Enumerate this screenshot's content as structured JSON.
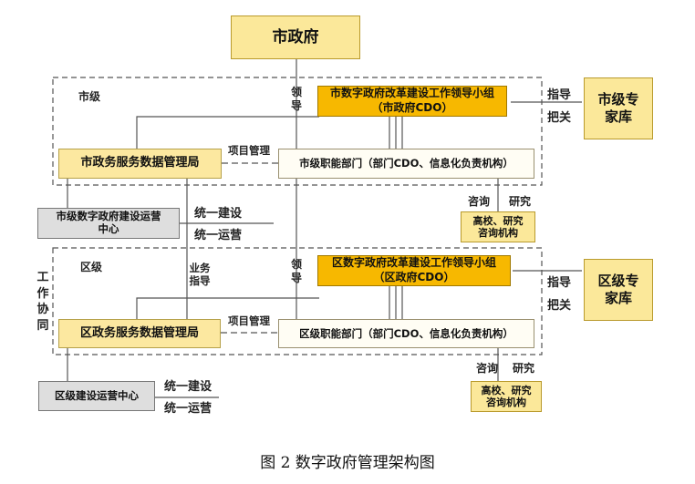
{
  "diagram": {
    "caption": "图 2 数字政府管理架构图",
    "nodes": {
      "city_gov": "市政府",
      "city_leading_group": "市数字政府改革建设工作领导小组（市政府CDO）",
      "city_expert_pool": "市级专家库",
      "city_data_bureau": "市政务服务数据管理局",
      "city_departments": "市级职能部门（部门CDO、信息化负责机构）",
      "city_ops_center": "市级数字政府建设运营中心",
      "city_research": "高校、研究咨询机构",
      "district_leading_group": "区数字政府改革建设工作领导小组（区政府CDO）",
      "district_expert_pool": "区级专家库",
      "district_data_bureau": "区政务服务数据管理局",
      "district_departments": "区级职能部门（部门CDO、信息化负责机构）",
      "district_ops_center": "区级建设运营中心",
      "district_research": "高校、研究咨询机构"
    },
    "labels": {
      "city_level": "市级",
      "district_level": "区级",
      "lead_city": "领导",
      "lead_district": "领导",
      "guide_city": "指导",
      "check_city": "把关",
      "guide_district": "指导",
      "check_district": "把关",
      "project_mgmt_city": "项目管理",
      "project_mgmt_district": "项目管理",
      "consult_city": "咨询",
      "research_city": "研究",
      "consult_district": "咨询",
      "research_district": "研究",
      "unified_build_city": "统一建设",
      "unified_ops_city": "统一运营",
      "unified_build_district": "统一建设",
      "unified_ops_district": "统一运营",
      "business_guidance": "业务指导",
      "work_collab": "工作协同"
    }
  }
}
